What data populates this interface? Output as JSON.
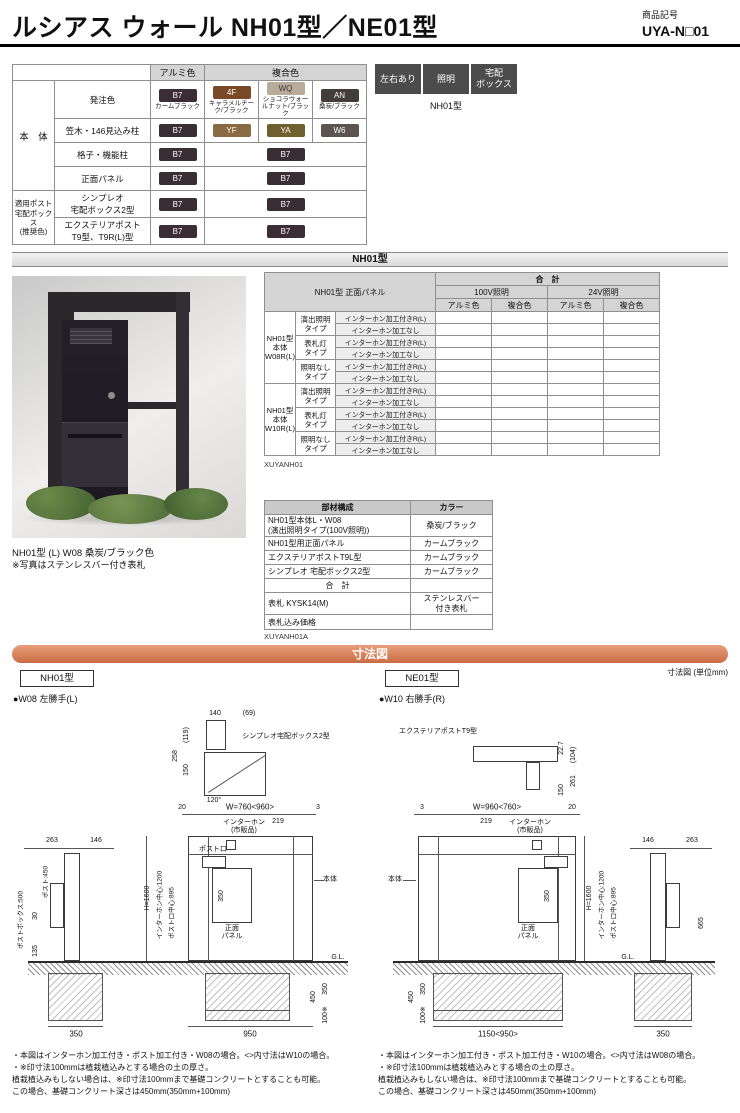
{
  "theme": {
    "accent": "#e0784a",
    "badge_bg": "#4c4c4c"
  },
  "header": {
    "title": "ルシアス ウォール NH01型／NE01型",
    "code_label": "商品記号",
    "code": "UYA-N□01"
  },
  "badges": {
    "items": [
      "左右あり",
      "照明",
      "宅配\nボックス"
    ],
    "model": "NH01型"
  },
  "section_nh": "NH01型",
  "spec": {
    "h_alumi": "アルミ色",
    "h_fukugo": "複合色",
    "g_body": "本　体",
    "g_post": "適用ポスト\n宅配ボックス\n(推奨色)",
    "r1": "発注色",
    "r2": "笠木・146見込み柱",
    "r3": "格子・機能柱",
    "r4": "正面パネル",
    "r5": "シンプレオ\n宅配ボックス2型",
    "r6": "エクステリアポスト\nT9型、T9R(L)型",
    "sw": {
      "b7": {
        "code": "B7",
        "bg": "#3a2d33",
        "fg": "#ffffff",
        "caption": "カームブラック"
      },
      "f4": {
        "code": "4F",
        "bg": "#7a4a26",
        "fg": "#ffffff",
        "caption": "キャラメルチーク/ブラック"
      },
      "wq": {
        "code": "WQ",
        "bg": "#b9aa99",
        "fg": "#3a3a3a",
        "caption": "ショコラウォールナット/ブラック"
      },
      "an": {
        "code": "AN",
        "bg": "#423d3b",
        "fg": "#ffffff",
        "caption": "桑炭/ブラック"
      },
      "yf": {
        "code": "YF",
        "bg": "#8a6a42",
        "fg": "#ffffff"
      },
      "ya": {
        "code": "YA",
        "bg": "#71602f",
        "fg": "#ffffff"
      },
      "w6": {
        "code": "W6",
        "bg": "#5a564f",
        "fg": "#ffffff"
      }
    }
  },
  "photo": {
    "caption1": "NH01型 (L) W08 桑炭/ブラック色",
    "caption2": "※写真はステンレスバー付き表札"
  },
  "price": {
    "head_left": "NH01型 正面パネル",
    "total": "合　計",
    "v100": "100V照明",
    "v24": "24V照明",
    "alumi": "アルミ色",
    "fukugo": "複合色",
    "g1": "NH01型\n本体\nW08R(L)",
    "g2": "NH01型\n本体\nW10R(L)",
    "type1": "演出照明\nタイプ",
    "type2": "表札灯\nタイプ",
    "type3": "照明なし\nタイプ",
    "opt1": "インターホン加工付きR(L)",
    "opt2": "インターホン加工なし",
    "code": "XUYANH01"
  },
  "parts": {
    "h_part": "部材構成",
    "h_color": "カラー",
    "rows": [
      {
        "part": "NH01型本体L・W08\n(演出照明タイプ(100V照明))",
        "color": "桑炭/ブラック"
      },
      {
        "part": "NH01型用正面パネル",
        "color": "カームブラック"
      },
      {
        "part": "エクステリアポストT9L型",
        "color": "カームブラック"
      },
      {
        "part": "シンプレオ 宅配ボックス2型",
        "color": "カームブラック"
      },
      {
        "part": "合　計",
        "color": ""
      },
      {
        "part": "表札 KYSK14(M)",
        "color": "ステンレスバー\n付き表札"
      },
      {
        "part": "表札込み価格",
        "color": ""
      }
    ],
    "code": "XUYANH01A"
  },
  "dims": {
    "bar": "寸法図",
    "unit": "寸法図 (単位mm)",
    "nh": {
      "model": "NH01型",
      "subtitle": "●W08 左勝手(L)",
      "t140": "140",
      "t69": "(69)",
      "box_label": "シンプレオ宅配ボックス2型",
      "t119": "(119)",
      "t150": "150",
      "t258": "258",
      "t120": "120°",
      "w20": "20",
      "w_main": "W=760<960>",
      "w3": "3",
      "t219": "219",
      "interphone": "インターホン\n(市販品)",
      "postguchi": "ポスト口",
      "body": "本体",
      "panel": "正面\nパネル",
      "h1600": "H=1600",
      "ic": "インターホン中心:1200",
      "pc": "ポスト口中心:895",
      "p350": "350",
      "gl": "G.L.",
      "f450": "450",
      "f350": "350",
      "f100": "100※",
      "b950": "950",
      "s263": "263",
      "s146": "146",
      "post450": "ポスト:450",
      "s30": "30",
      "s135": "135",
      "pbox500": "ポストボックス:500",
      "s350": "350",
      "notes": [
        "・本図はインターホン加工付き・ポスト加工付き・W08の場合。<>内寸法はW10の場合。",
        "・※印寸法100mmは植栽植込みとする場合の土の厚さ。",
        "植栽植込みもしない場合は、※印寸法100mmまで基礎コンクリートとすることも可能。",
        "この場合、基礎コンクリート深さは450mm(350mm+100mm)"
      ]
    },
    "ne": {
      "model": "NE01型",
      "subtitle": "●W10 右勝手(R)",
      "post_label": "エクステリアポストT9型",
      "t227": "22.7",
      "t104": "(104)",
      "t261": "261",
      "t150": "150",
      "w3": "3",
      "w_main": "W=960<760>",
      "w20": "20",
      "t219": "219",
      "interphone": "インターホン\n(市販品)",
      "body": "本体",
      "panel": "正面\nパネル",
      "p350": "350",
      "h1600": "H=1600",
      "ic": "インターホン中心:1200",
      "pc": "ポスト口中心:895",
      "gl": "G.L.",
      "f450": "450",
      "f350": "350",
      "f100": "100※",
      "b1150": "1150<950>",
      "s146": "146",
      "s263": "263",
      "s665": "665",
      "s350": "350",
      "notes": [
        "・本図はインターホン加工付き・ポスト加工付き・W10の場合。<>内寸法はW08の場合。",
        "・※印寸法100mmは植栽植込みとする場合の土の厚さ。",
        "植栽植込みもしない場合は、※印寸法100mmまで基礎コンクリートとすることも可能。",
        "この場合、基礎コンクリート深さは450mm(350mm+100mm)"
      ]
    }
  }
}
